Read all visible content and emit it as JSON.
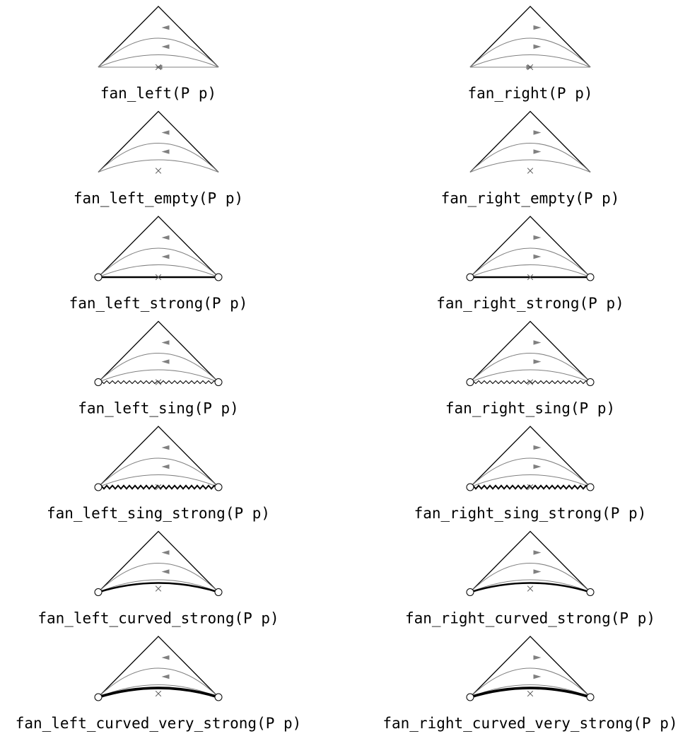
{
  "colors": {
    "outline": "#000000",
    "curve": "#808080",
    "marker": "#555555",
    "endpoint_fill": "#ffffff"
  },
  "rows": [
    {
      "base_style": "plain",
      "left": {
        "label": "fan_left(P p)",
        "direction": "left"
      },
      "right": {
        "label": "fan_right(P p)",
        "direction": "right"
      }
    },
    {
      "base_style": "empty",
      "left": {
        "label": "fan_left_empty(P p)",
        "direction": "left"
      },
      "right": {
        "label": "fan_right_empty(P p)",
        "direction": "right"
      }
    },
    {
      "base_style": "strong",
      "left": {
        "label": "fan_left_strong(P p)",
        "direction": "left"
      },
      "right": {
        "label": "fan_right_strong(P p)",
        "direction": "right"
      }
    },
    {
      "base_style": "sing",
      "left": {
        "label": "fan_left_sing(P p)",
        "direction": "left"
      },
      "right": {
        "label": "fan_right_sing(P p)",
        "direction": "right"
      }
    },
    {
      "base_style": "sing_strong",
      "left": {
        "label": "fan_left_sing_strong(P p)",
        "direction": "left"
      },
      "right": {
        "label": "fan_right_sing_strong(P p)",
        "direction": "right"
      }
    },
    {
      "base_style": "curved_strong",
      "left": {
        "label": "fan_left_curved_strong(P p)",
        "direction": "left"
      },
      "right": {
        "label": "fan_right_curved_strong(P p)",
        "direction": "right"
      }
    },
    {
      "base_style": "curved_very_strong",
      "left": {
        "label": "fan_left_curved_very_strong(P p)",
        "direction": "left"
      },
      "right": {
        "label": "fan_right_curved_very_strong(P p)",
        "direction": "right"
      }
    }
  ]
}
